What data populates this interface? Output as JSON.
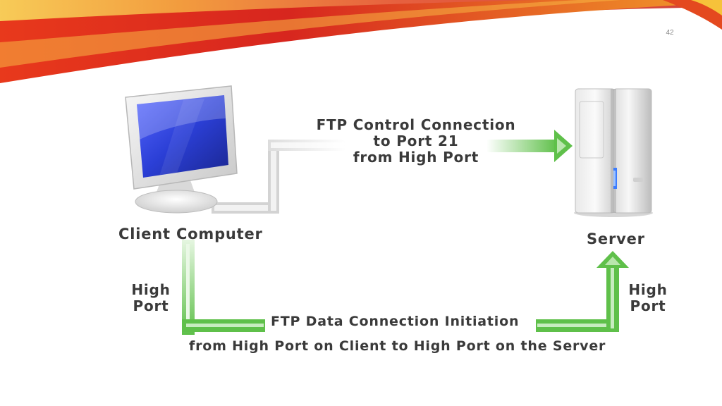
{
  "slide": {
    "page_number": "42"
  },
  "diagram": {
    "client_label": "Client Computer",
    "server_label": "Server",
    "control_connection": [
      "FTP Control Connection",
      "to Port 21",
      "from High Port"
    ],
    "client_port": [
      "High",
      "Port"
    ],
    "server_port": [
      "High",
      "Port"
    ],
    "data_connection_line1": "FTP Data Connection Initiation",
    "data_connection_line2": "from High Port on Client to High Port on the Server"
  },
  "colors": {
    "arrow_green": "#5fc04a",
    "arrow_green_light": "#c8ecc0",
    "monitor_screen": "#2b3fd6",
    "banner_red": "#d7261e",
    "banner_orange": "#f08a1c",
    "banner_yellow": "#f6c23a"
  },
  "icons": [
    "monitor-icon",
    "server-tower-icon"
  ]
}
